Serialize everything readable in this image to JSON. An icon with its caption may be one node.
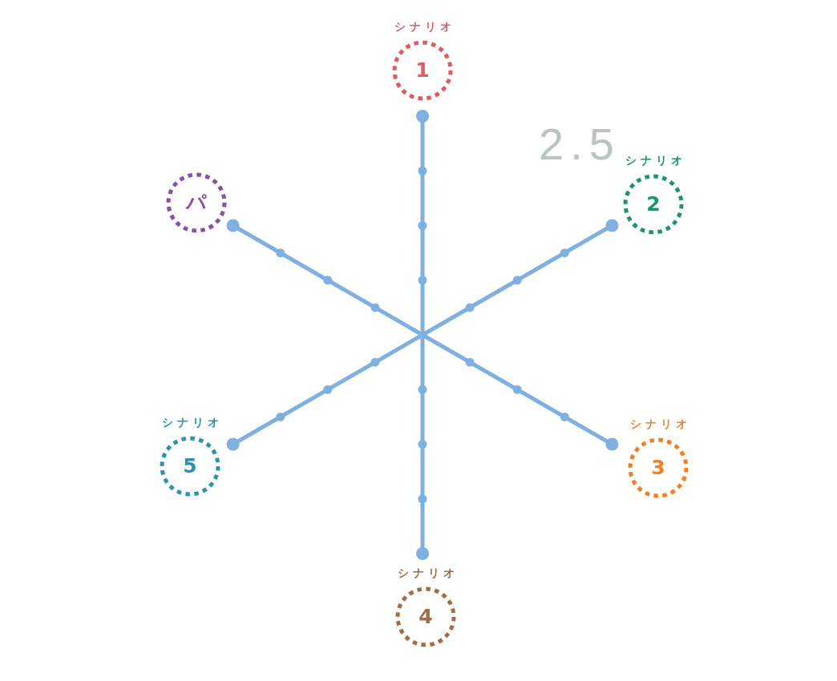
{
  "diagram": {
    "nodes": [
      {
        "text": [
          "シナリオ",
          "1"
        ]
      },
      {
        "text": [
          "パ"
        ]
      },
      {
        "text": [
          "シナリオ",
          "2"
        ]
      },
      {
        "text": [
          "シナリオ",
          "5"
        ]
      },
      {
        "text": [
          "シナリオ",
          "3"
        ]
      },
      {
        "text": [
          "シナリオ",
          "4"
        ]
      }
    ],
    "labels": [
      "2.5"
    ]
  }
}
